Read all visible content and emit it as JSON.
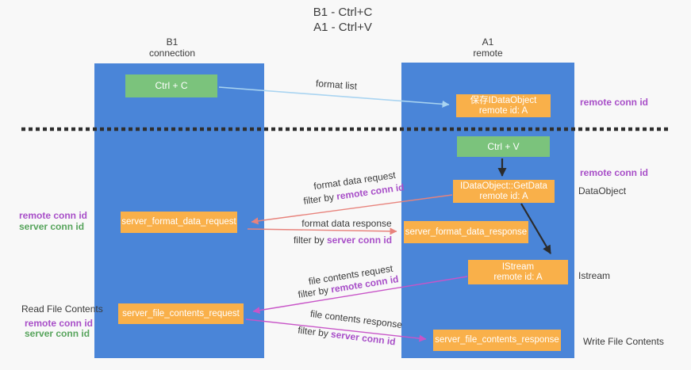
{
  "title": {
    "line1": "B1 - Ctrl+C",
    "line2": "A1 - Ctrl+V"
  },
  "columns": {
    "left": {
      "title": "B1",
      "subtitle": "connection"
    },
    "right": {
      "title": "A1",
      "subtitle": "remote"
    }
  },
  "boxes": {
    "ctrl_c": {
      "label": "Ctrl + C"
    },
    "save_idataobject": {
      "line1": "保存IDataObject",
      "line2": "remote id: A"
    },
    "ctrl_v": {
      "label": "Ctrl + V"
    },
    "getdata": {
      "line1": "IDataObject::GetData",
      "line2": "remote id: A"
    },
    "server_format_data_request": {
      "label": "server_format_data_request"
    },
    "server_format_data_response": {
      "label": "server_format_data_response"
    },
    "istream": {
      "line1": "IStream",
      "line2": "remote id: A"
    },
    "server_file_contents_request": {
      "label": "server_file_contents_request"
    },
    "server_file_contents_response": {
      "label": "server_file_contents_response"
    }
  },
  "flow_labels": {
    "format_list": "format list",
    "format_data_request": "format data request",
    "format_data_response": "format data response",
    "file_contents_request": "file contents request",
    "file_contents_response": "file contents response",
    "filter_by": "filter by ",
    "remote_conn_id": "remote conn id",
    "server_conn_id": "server conn id"
  },
  "side_labels": {
    "remote_conn_id": "remote conn id",
    "server_conn_id": "server conn id",
    "dataobject": "DataObject",
    "istream": "Istream",
    "read_file_contents": "Read File Contents",
    "write_file_contents": "Write File Contents"
  },
  "colors": {
    "column_blue": "#4a85d8",
    "box_green": "#7bc37c",
    "box_orange": "#f9b04a",
    "label_purple": "#a84fc8",
    "label_green": "#57a45c",
    "arrow_blue": "#a9d4f1",
    "arrow_black": "#2b2b2b",
    "arrow_salmon": "#e8837c",
    "arrow_magenta": "#c855c8",
    "dashed_line": "#2f2f2f"
  }
}
